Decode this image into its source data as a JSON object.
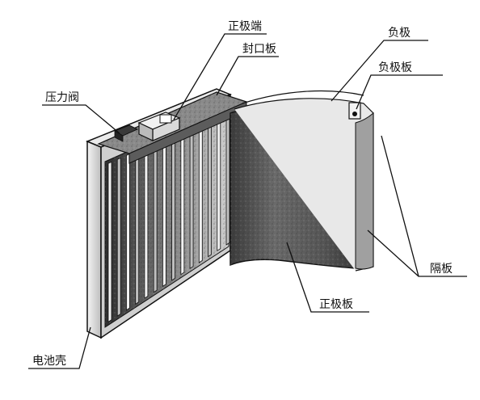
{
  "labels": {
    "positive_terminal": "正极端",
    "sealing_plate": "封口板",
    "negative_electrode": "负极",
    "negative_plate": "负极板",
    "pressure_valve": "压力阀",
    "separator": "隔板",
    "positive_plate": "正极板",
    "battery_case": "电池壳"
  },
  "colors": {
    "ink": "#111111",
    "paper": "#ffffff",
    "plate_dark": "#4a4a4a",
    "plate_light": "#d6d6d6"
  }
}
